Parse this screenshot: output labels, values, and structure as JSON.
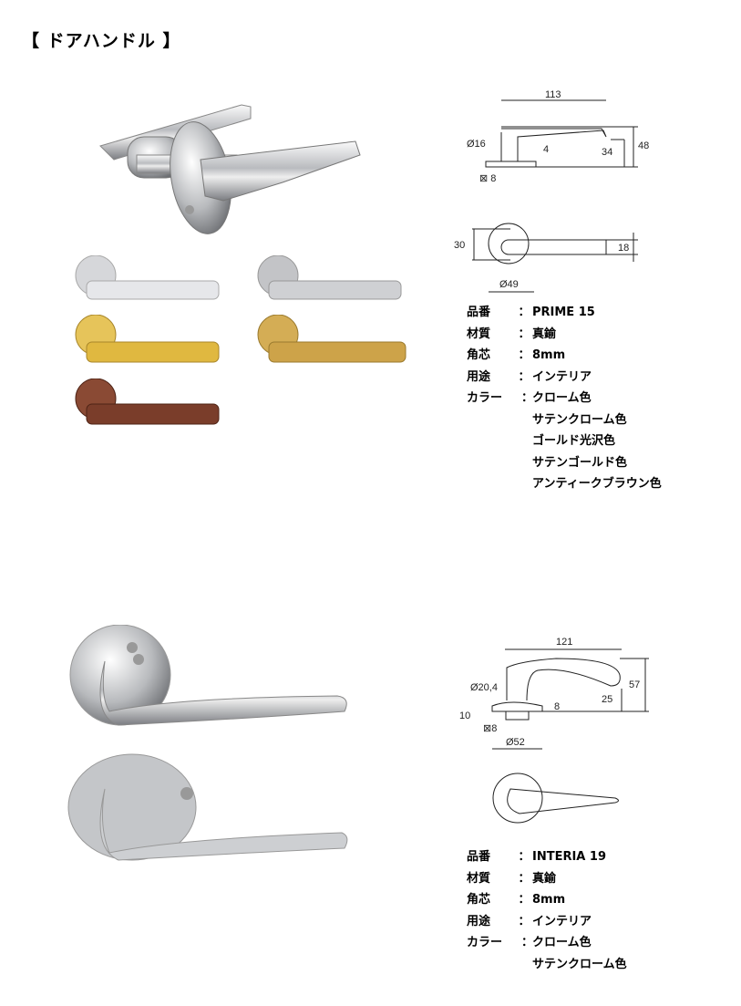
{
  "title": "【 ドアハンドル 】",
  "products": [
    {
      "spec": {
        "model_label": "品番",
        "model": "PRIME 15",
        "material_label": "材質",
        "material": "真鍮",
        "spindle_label": "角芯",
        "spindle": "8mm",
        "use_label": "用途",
        "use": "インテリア",
        "color_label": "カラー",
        "colors": [
          "クローム色",
          "サテンクローム色",
          "ゴールド光沢色",
          "サテンゴールド色",
          "アンティークブラウン色"
        ],
        "separator": "："
      },
      "dimensions": {
        "length": "113",
        "rose_dia": "Ø16",
        "rose_thick": "4",
        "height": "34",
        "total_height": "48",
        "spindle": "⊠ 8",
        "width": "18",
        "screw_pitch": "30",
        "rose_outer": "Ø49"
      },
      "finish_colors": [
        "#d8d9dc",
        "#bfc0c3",
        "#d9b443",
        "#c9a24a",
        "#7a3d2a"
      ]
    },
    {
      "spec": {
        "model_label": "品番",
        "model": "INTERIA 19",
        "material_label": "材質",
        "material": "真鍮",
        "spindle_label": "角芯",
        "spindle": "8mm",
        "use_label": "用途",
        "use": "インテリア",
        "color_label": "カラー",
        "colors": [
          "クローム色",
          "サテンクローム色"
        ],
        "separator": "："
      },
      "dimensions": {
        "length": "121",
        "rose_dia": "Ø20,4",
        "rose_thick": "8",
        "base": "10",
        "height": "25",
        "total_height": "57",
        "spindle": "⊠8",
        "rose_outer": "Ø52"
      }
    }
  ]
}
